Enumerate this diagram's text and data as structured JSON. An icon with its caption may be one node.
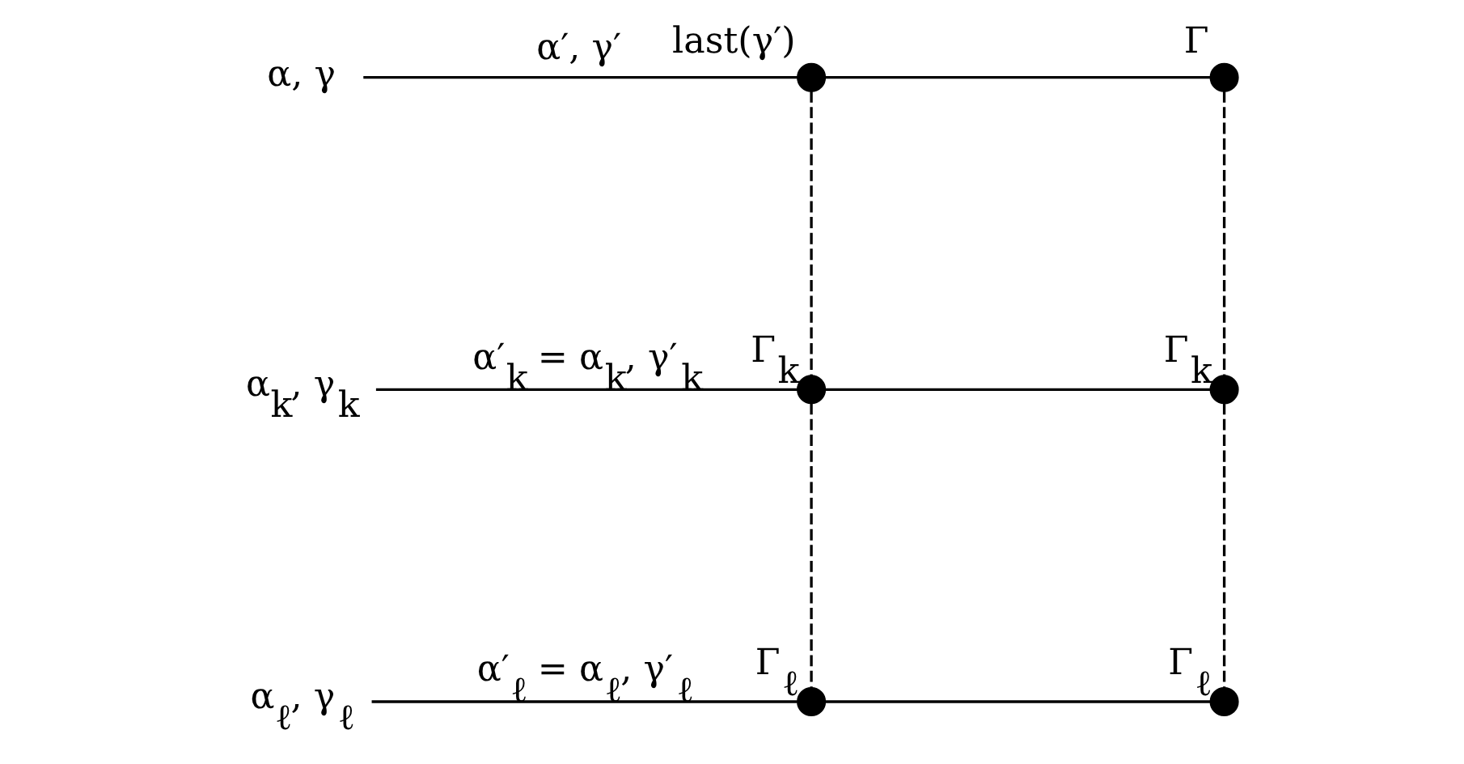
{
  "diagram": {
    "nodes": [
      {
        "text": [
          "α, γ"
        ]
      },
      {
        "text": [],
        "shape": "circle",
        "beside": [
          "last(γ′)"
        ]
      },
      {
        "text": [],
        "shape": "circle",
        "beside": [
          "Γ"
        ]
      },
      {
        "text": [
          "α$_{k}$, γ$_{k}$"
        ]
      },
      {
        "text": [],
        "shape": "circle",
        "beside": [
          "Γ$_{k}$"
        ]
      },
      {
        "text": [],
        "shape": "circle",
        "beside": [
          "Γ$_{k}$"
        ]
      },
      {
        "text": [
          "α$_{ℓ}$, γ$_{ℓ}$"
        ]
      },
      {
        "text": [],
        "shape": "circle",
        "beside": [
          "Γ$_{ℓ}$"
        ]
      },
      {
        "text": [],
        "shape": "circle",
        "beside": [
          "Γ$_{ℓ}$"
        ]
      }
    ],
    "edges": [
      {
        "from": 0,
        "to": 1,
        "arrow": "none",
        "label": "α′, γ′"
      },
      {
        "from": 1,
        "to": 2,
        "arrow": "none"
      },
      {
        "from": 3,
        "to": 4,
        "arrow": "none",
        "label": "α′$_{k}$ = α$_{k}$, γ′$_{k}$"
      },
      {
        "from": 4,
        "to": 5,
        "arrow": "none"
      },
      {
        "from": 6,
        "to": 7,
        "arrow": "none",
        "label": "α′$_{ℓ}$ = α$_{ℓ}$, γ′$_{ℓ}$"
      },
      {
        "from": 7,
        "to": 8,
        "arrow": "none"
      },
      {
        "from": 1,
        "to": 4,
        "arrow": "none",
        "style": "dashed"
      },
      {
        "from": 4,
        "to": 7,
        "arrow": "none",
        "style": "dashed"
      },
      {
        "from": 2,
        "to": 5,
        "arrow": "none",
        "style": "dashed"
      },
      {
        "from": 5,
        "to": 8,
        "arrow": "none",
        "style": "dashed"
      }
    ]
  }
}
